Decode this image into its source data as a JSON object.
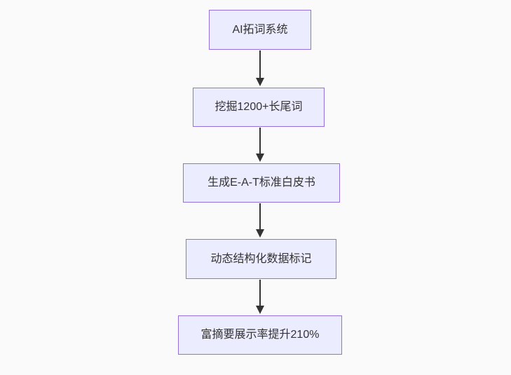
{
  "diagram": {
    "type": "flowchart",
    "direction": "top-down",
    "nodes": [
      {
        "id": "node-1",
        "label": "AI拓词系统"
      },
      {
        "id": "node-2",
        "label": "挖掘1200+长尾词"
      },
      {
        "id": "node-3",
        "label": "生成E-A-T标准白皮书"
      },
      {
        "id": "node-4",
        "label": "动态结构化数据标记"
      },
      {
        "id": "node-5",
        "label": "富摘要展示率提升210%"
      }
    ],
    "edges": [
      {
        "from": "node-1",
        "to": "node-2"
      },
      {
        "from": "node-2",
        "to": "node-3"
      },
      {
        "from": "node-3",
        "to": "node-4"
      },
      {
        "from": "node-4",
        "to": "node-5"
      }
    ],
    "colors": {
      "node_fill": "#ECECFF",
      "node_border": "#9370DB",
      "arrow": "#333333",
      "text": "#333333",
      "background": "#FAFAFA"
    }
  }
}
